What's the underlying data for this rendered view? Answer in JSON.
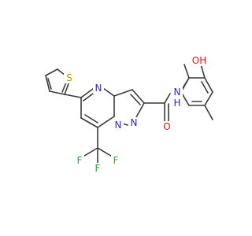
{
  "atoms": {
    "s1": "S",
    "n_ring_top": "N",
    "n_pyrazole_1": "N",
    "n_pyrazole_2": "N",
    "n_amide": "N",
    "h_amide": "H",
    "o_carbonyl": "O",
    "o_hydroxyl": "OH",
    "f1": "F",
    "f2": "F",
    "f3": "F"
  },
  "colors": {
    "carbon_bond": "#3a3a3a",
    "nitrogen": "#2b2bd6",
    "oxygen": "#e01818",
    "sulfur": "#b8a200",
    "fluorine": "#33a333"
  }
}
